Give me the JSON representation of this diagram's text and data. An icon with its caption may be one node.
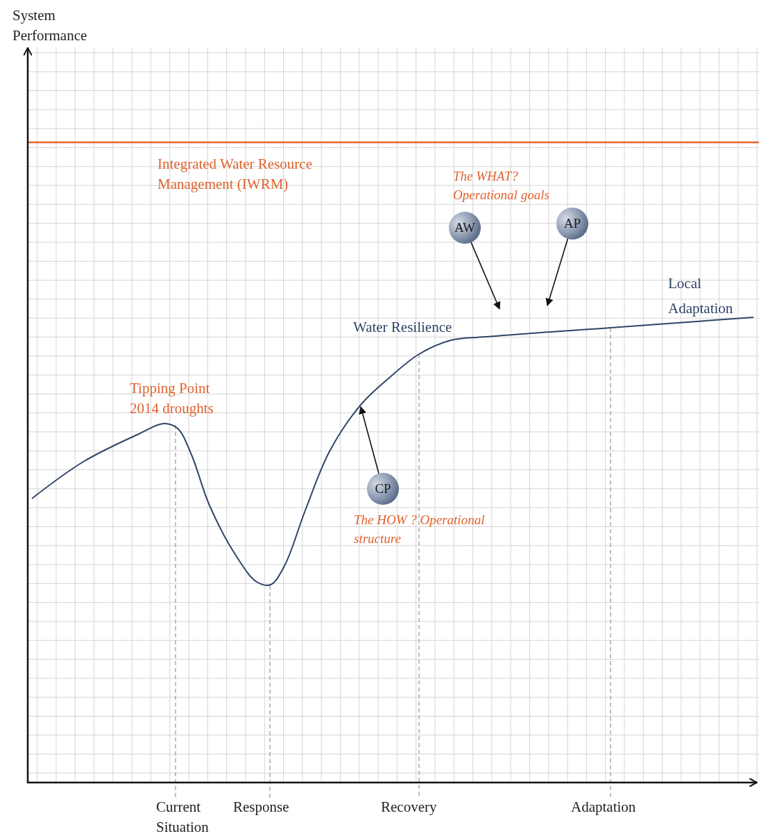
{
  "diagram": {
    "nodes": [
      {
        "text": [
          "AW"
        ]
      },
      {
        "text": [
          "AP"
        ]
      },
      {
        "text": [
          "CP"
        ]
      }
    ],
    "edges": [
      {
        "from": 0,
        "to": null,
        "arrow": "to"
      },
      {
        "from": 1,
        "to": null,
        "arrow": "to"
      },
      {
        "from": 2,
        "to": null,
        "arrow": "to"
      }
    ],
    "labels": [
      "System Performance",
      "Integrated Water Resource Management (IWRM)",
      "The WHAT? Operational goals",
      "Local Adaptation",
      "Water Resilience",
      "Tipping Point 2014 droughts",
      "The HOW ? Operational structure",
      "Current Situation",
      "Response",
      "Recovery",
      "Adaptation"
    ]
  }
}
